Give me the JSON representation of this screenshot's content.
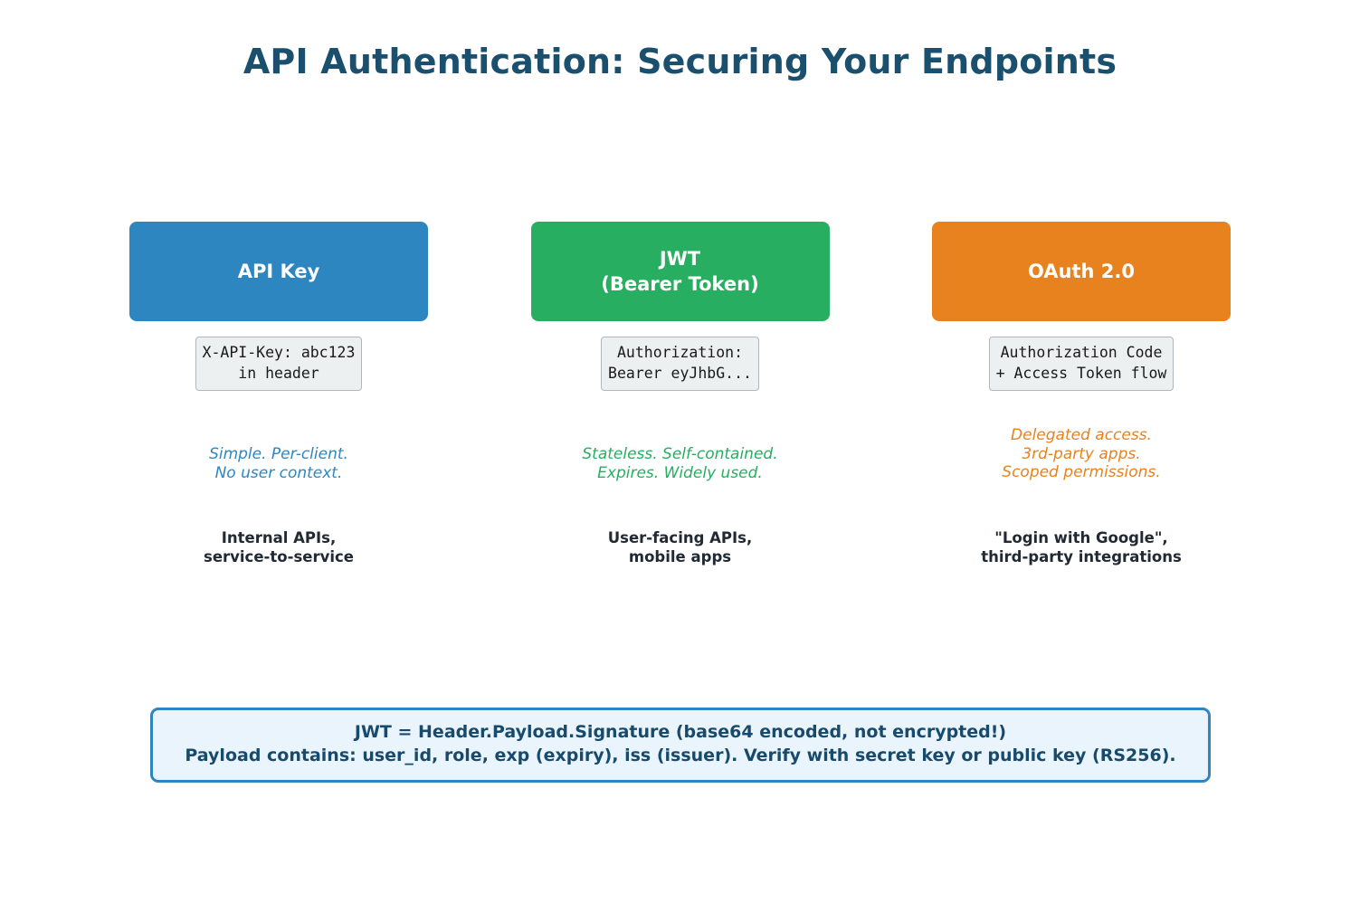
{
  "title": "API Authentication: Securing Your Endpoints",
  "colors": {
    "title": "#1B4F6E",
    "api_key": "#2E86C1",
    "jwt": "#27AE60",
    "oauth": "#E8821E",
    "callout_border": "#2E86C1",
    "callout_fill": "#EAF4FC",
    "code_fill": "#ECF0F1",
    "usecase_text": "#212A34"
  },
  "methods": [
    {
      "name": "API Key",
      "card_label": "API Key",
      "color": "#2E86C1",
      "code": "X-API-Key: abc123\nin header",
      "descriptor": "Simple. Per-client.\nNo user context.",
      "usecase": "Internal APIs,\nservice-to-service"
    },
    {
      "name": "JWT",
      "card_label": "JWT\n(Bearer Token)",
      "color": "#27AE60",
      "code": "Authorization:\nBearer eyJhbG...",
      "descriptor": "Stateless. Self-contained.\nExpires. Widely used.",
      "usecase": "User-facing APIs,\nmobile apps"
    },
    {
      "name": "OAuth 2.0",
      "card_label": "OAuth 2.0",
      "color": "#E8821E",
      "code": "Authorization Code\n+ Access Token flow",
      "descriptor": "Delegated access.\n3rd-party apps.\nScoped permissions.",
      "usecase": "\"Login with Google\",\nthird-party integrations"
    }
  ],
  "callout": {
    "text": "JWT = Header.Payload.Signature (base64 encoded, not encrypted!)\nPayload contains: user_id, role, exp (expiry), iss (issuer). Verify with secret key or public key (RS256)."
  }
}
